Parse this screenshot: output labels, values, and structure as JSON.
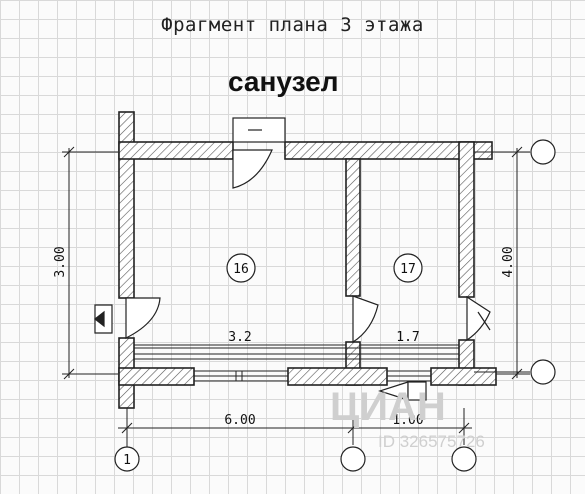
{
  "title": "Фрагмент плана 3 этажа",
  "room_label": "санузел",
  "rooms": [
    {
      "number": "16",
      "width_label": "3.2"
    },
    {
      "number": "17",
      "width_label": "1.7"
    }
  ],
  "dimensions": {
    "left_height": "3.00",
    "right_height": "4.00",
    "bottom_left": "6.00",
    "bottom_right": "1.00"
  },
  "axis_marker": "1",
  "watermark": {
    "brand": "ЦИАН",
    "id": "ID 326575726"
  },
  "colors": {
    "line": "#222222",
    "wall_hatch": "#555555",
    "grid": "#d9d9d9",
    "watermark": "#cfcfcf"
  }
}
